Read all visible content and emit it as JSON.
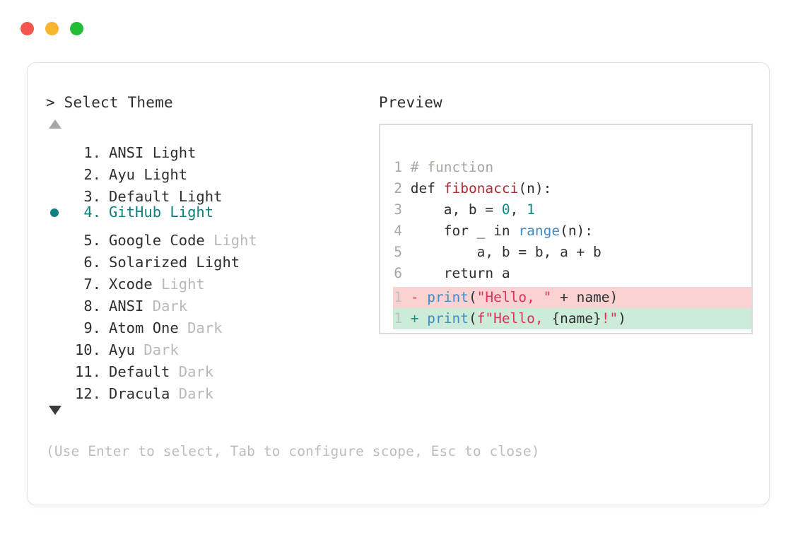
{
  "window": {
    "traffic_lights": [
      {
        "name": "close",
        "color": "#f4554f"
      },
      {
        "name": "minimize",
        "color": "#f6b52b"
      },
      {
        "name": "maximize",
        "color": "#23bd36"
      }
    ]
  },
  "left_panel": {
    "title": "> Select Theme",
    "scroll_up_indicator": "▲",
    "scroll_down_indicator": "▼",
    "selected_index": 4,
    "selected_color": "#10817e",
    "items": [
      {
        "index": "1.",
        "name": "ANSI",
        "variant": "Light",
        "dim_variant": false,
        "selected": false
      },
      {
        "index": "2.",
        "name": "Ayu",
        "variant": "Light",
        "dim_variant": false,
        "selected": false
      },
      {
        "index": "3.",
        "name": "Default",
        "variant": "Light",
        "dim_variant": false,
        "selected": false
      },
      {
        "index": "4.",
        "name": "GitHub",
        "variant": "Light",
        "dim_variant": false,
        "selected": true
      },
      {
        "index": "5.",
        "name": "Google Code",
        "variant": "Light",
        "dim_variant": true,
        "selected": false
      },
      {
        "index": "6.",
        "name": "Solarized",
        "variant": "Light",
        "dim_variant": false,
        "selected": false
      },
      {
        "index": "7.",
        "name": "Xcode",
        "variant": "Light",
        "dim_variant": true,
        "selected": false
      },
      {
        "index": "8.",
        "name": "ANSI",
        "variant": "Dark",
        "dim_variant": true,
        "selected": false
      },
      {
        "index": "9.",
        "name": "Atom One",
        "variant": "Dark",
        "dim_variant": true,
        "selected": false
      },
      {
        "index": "10.",
        "name": "Ayu",
        "variant": "Dark",
        "dim_variant": true,
        "selected": false
      },
      {
        "index": "11.",
        "name": "Default",
        "variant": "Dark",
        "dim_variant": true,
        "selected": false
      },
      {
        "index": "12.",
        "name": "Dracula",
        "variant": "Dark",
        "dim_variant": true,
        "selected": false
      }
    ],
    "hint": "(Use Enter to select, Tab to configure scope, Esc to close)"
  },
  "right_panel": {
    "title": "Preview",
    "code": {
      "lines": [
        {
          "num": "1",
          "tokens": [
            {
              "t": "# function",
              "c": "comment"
            }
          ]
        },
        {
          "num": "2",
          "tokens": [
            {
              "t": "def ",
              "c": "def"
            },
            {
              "t": "fibonacci",
              "c": "fn"
            },
            {
              "t": "(n):",
              "c": "plain"
            }
          ]
        },
        {
          "num": "3",
          "tokens": [
            {
              "t": "    a, b = ",
              "c": "plain"
            },
            {
              "t": "0",
              "c": "num"
            },
            {
              "t": ", ",
              "c": "plain"
            },
            {
              "t": "1",
              "c": "num"
            }
          ]
        },
        {
          "num": "4",
          "tokens": [
            {
              "t": "    for _ in ",
              "c": "plain"
            },
            {
              "t": "range",
              "c": "builtin"
            },
            {
              "t": "(n):",
              "c": "plain"
            }
          ]
        },
        {
          "num": "5",
          "tokens": [
            {
              "t": "        a, b = b, a + b",
              "c": "plain"
            }
          ]
        },
        {
          "num": "6",
          "tokens": [
            {
              "t": "    return a",
              "c": "plain"
            }
          ]
        }
      ]
    },
    "diff": {
      "deleted": {
        "num": "1",
        "marker": "-",
        "background": "#fbd2d2",
        "tokens": [
          {
            "t": "print",
            "c": "builtin"
          },
          {
            "t": "(",
            "c": "brace"
          },
          {
            "t": "\"Hello, \"",
            "c": "str"
          },
          {
            "t": " + name)",
            "c": "plain"
          }
        ]
      },
      "added": {
        "num": "1",
        "marker": "+",
        "background": "#cdebd9",
        "tokens": [
          {
            "t": "print",
            "c": "builtin"
          },
          {
            "t": "(",
            "c": "brace"
          },
          {
            "t": "f\"Hello, ",
            "c": "str"
          },
          {
            "t": "{name}",
            "c": "brace"
          },
          {
            "t": "!\"",
            "c": "str"
          },
          {
            "t": ")",
            "c": "brace"
          }
        ]
      }
    }
  }
}
